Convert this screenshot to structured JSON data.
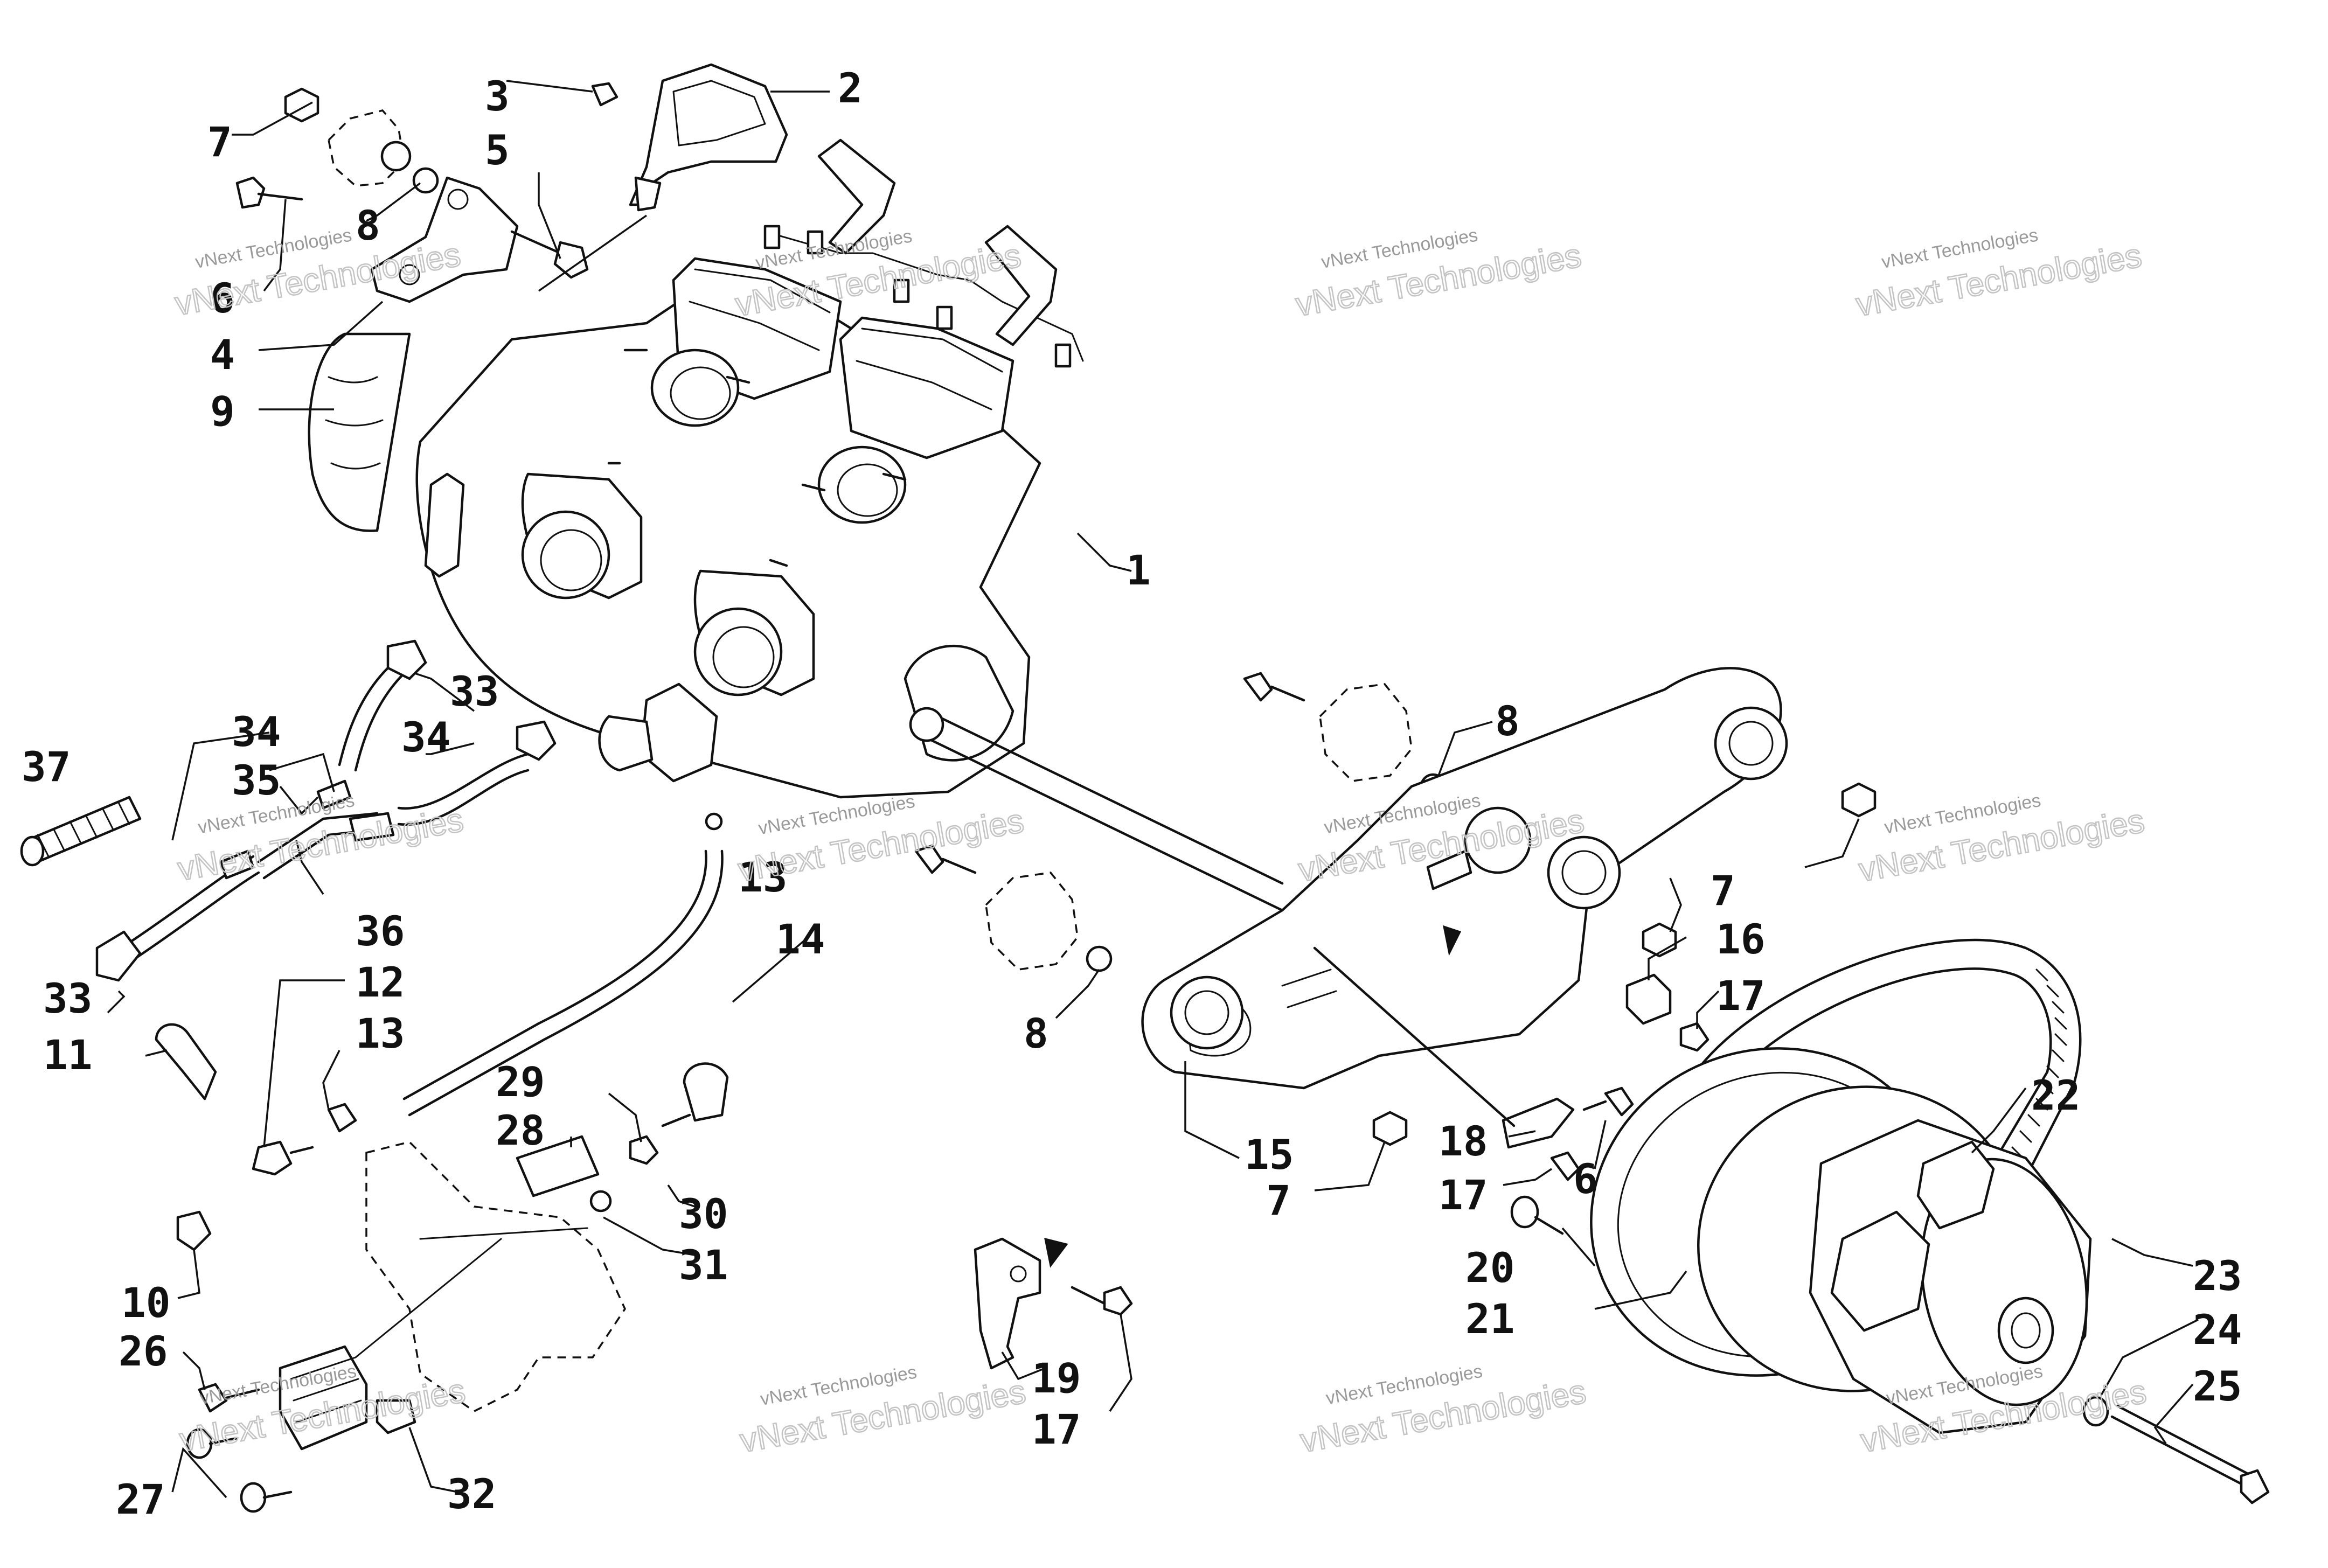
{
  "diagram": {
    "callouts": [
      "1",
      "2",
      "3",
      "4",
      "5",
      "6",
      "7",
      "8",
      "9",
      "10",
      "11",
      "12",
      "13",
      "14",
      "15",
      "16",
      "17",
      "18",
      "19",
      "20",
      "21",
      "22",
      "23",
      "24",
      "25",
      "26",
      "27",
      "28",
      "29",
      "30",
      "31",
      "32",
      "33",
      "34",
      "35",
      "36",
      "37"
    ],
    "watermark_line1": "vNext Technologies",
    "watermark_line2": "vNext Technologies"
  }
}
